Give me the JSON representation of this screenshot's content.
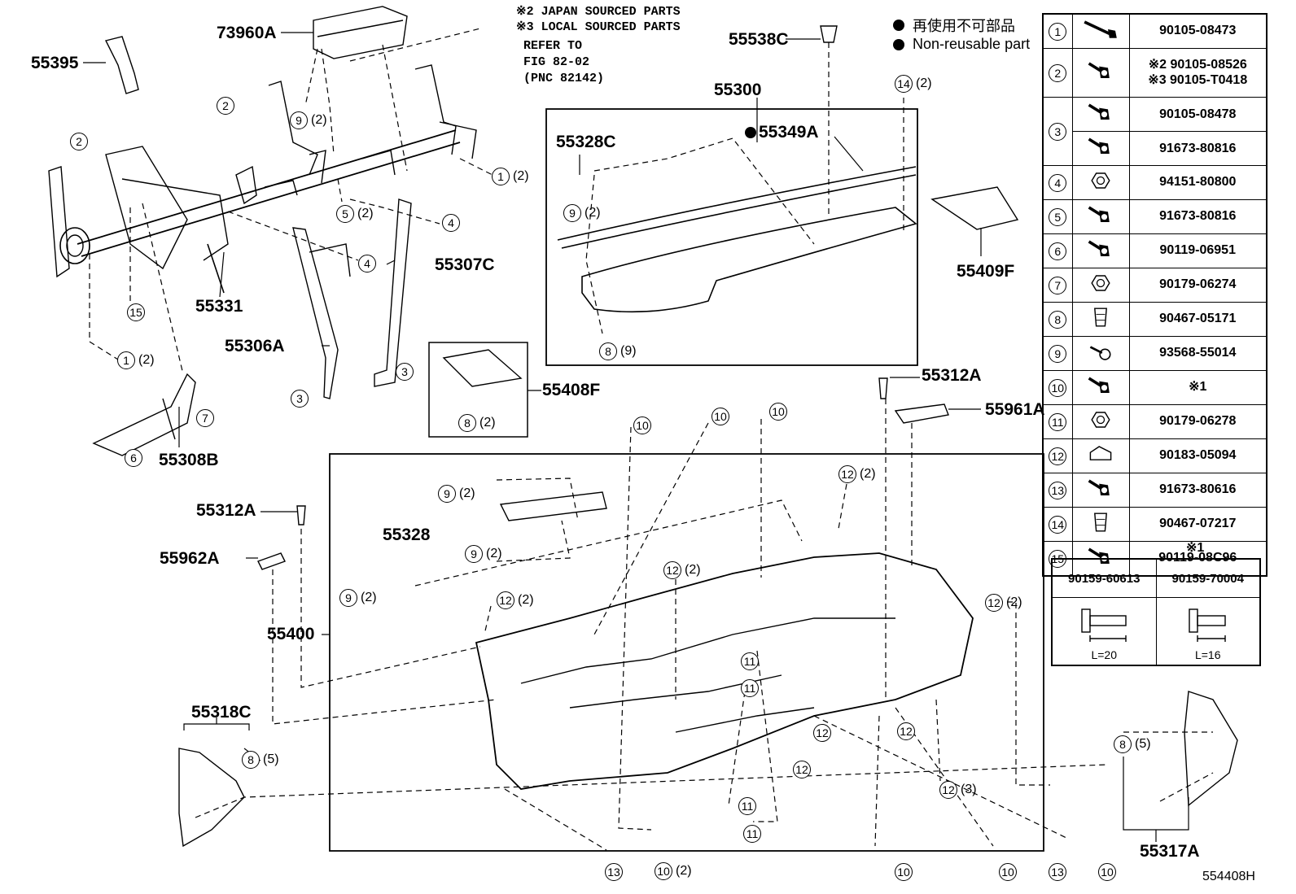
{
  "notes": {
    "japan": "※2 JAPAN SOURCED PARTS",
    "local": "※3 LOCAL SOURCED PARTS",
    "refer1": "REFER TO",
    "refer2": "FIG 82-02",
    "refer3": "(PNC 82142)"
  },
  "legend": {
    "japanese": "再使用不可部品",
    "english": "Non-reusable part"
  },
  "labels": {
    "p73960A": "73960A",
    "p55395": "55395",
    "p55538C": "55538C",
    "p55300": "55300",
    "p55328C": "55328C",
    "p55349A": "55349A",
    "p55331": "55331",
    "p55306A": "55306A",
    "p55307C": "55307C",
    "p55308B": "55308B",
    "p55408F": "55408F",
    "p55409F": "55409F",
    "p55312A_r": "55312A",
    "p55961A": "55961A",
    "p55312A_l": "55312A",
    "p55962A": "55962A",
    "p55328": "55328",
    "p55400": "55400",
    "p55318C": "55318C",
    "p55317A": "55317A"
  },
  "callouts": [
    {
      "num": "1",
      "qty": "(2)"
    },
    {
      "num": "2",
      "qty": ""
    },
    {
      "num": "2",
      "qty": ""
    },
    {
      "num": "9",
      "qty": "(2)"
    },
    {
      "num": "1",
      "qty": "(2)"
    },
    {
      "num": "5",
      "qty": "(2)"
    },
    {
      "num": "4",
      "qty": ""
    },
    {
      "num": "4",
      "qty": ""
    },
    {
      "num": "15",
      "qty": ""
    },
    {
      "num": "3",
      "qty": ""
    },
    {
      "num": "3",
      "qty": ""
    },
    {
      "num": "7",
      "qty": ""
    },
    {
      "num": "6",
      "qty": ""
    },
    {
      "num": "8",
      "qty": "(2)"
    },
    {
      "num": "9",
      "qty": "(2)"
    },
    {
      "num": "8",
      "qty": "(9)"
    },
    {
      "num": "14",
      "qty": "(2)"
    },
    {
      "num": "10",
      "qty": ""
    },
    {
      "num": "10",
      "qty": ""
    },
    {
      "num": "10",
      "qty": ""
    },
    {
      "num": "9",
      "qty": "(2)"
    },
    {
      "num": "9",
      "qty": "(2)"
    },
    {
      "num": "9",
      "qty": "(2)"
    },
    {
      "num": "12",
      "qty": "(2)"
    },
    {
      "num": "12",
      "qty": "(2)"
    },
    {
      "num": "12",
      "qty": "(2)"
    },
    {
      "num": "12",
      "qty": "(2)"
    },
    {
      "num": "11",
      "qty": ""
    },
    {
      "num": "11",
      "qty": ""
    },
    {
      "num": "12",
      "qty": ""
    },
    {
      "num": "12",
      "qty": ""
    },
    {
      "num": "12",
      "qty": ""
    },
    {
      "num": "12",
      "qty": "(3)"
    },
    {
      "num": "11",
      "qty": ""
    },
    {
      "num": "11",
      "qty": ""
    },
    {
      "num": "8",
      "qty": "(5)"
    },
    {
      "num": "8",
      "qty": "(5)"
    },
    {
      "num": "13",
      "qty": ""
    },
    {
      "num": "10",
      "qty": "(2)"
    },
    {
      "num": "10",
      "qty": ""
    },
    {
      "num": "10",
      "qty": ""
    },
    {
      "num": "13",
      "qty": ""
    },
    {
      "num": "10",
      "qty": ""
    }
  ],
  "fasteners": [
    {
      "num": "1",
      "parts": [
        "90105-08473"
      ],
      "icon": "long-bolt-icon"
    },
    {
      "num": "2",
      "parts": [
        "※2 90105-08526",
        "※3 90105-T0418"
      ],
      "icon": "bolt-icon"
    },
    {
      "num": "3",
      "parts": [
        "90105-08478",
        "91673-80816"
      ],
      "icon": "bolt-icon"
    },
    {
      "num": "4",
      "parts": [
        "94151-80800"
      ],
      "icon": "nut-icon"
    },
    {
      "num": "5",
      "parts": [
        "91673-80816"
      ],
      "icon": "bolt-icon"
    },
    {
      "num": "6",
      "parts": [
        "90119-06951"
      ],
      "icon": "bolt-icon"
    },
    {
      "num": "7",
      "parts": [
        "90179-06274"
      ],
      "icon": "nut-icon"
    },
    {
      "num": "8",
      "parts": [
        "90467-05171"
      ],
      "icon": "clip-icon"
    },
    {
      "num": "9",
      "parts": [
        "93568-55014"
      ],
      "icon": "screw-icon"
    },
    {
      "num": "10",
      "parts": [
        "※1"
      ],
      "icon": "bolt-icon"
    },
    {
      "num": "11",
      "parts": [
        "90179-06278"
      ],
      "icon": "nut-icon"
    },
    {
      "num": "12",
      "parts": [
        "90183-05094"
      ],
      "icon": "clip-nut-icon"
    },
    {
      "num": "13",
      "parts": [
        "91673-80616"
      ],
      "icon": "bolt-icon"
    },
    {
      "num": "14",
      "parts": [
        "90467-07217"
      ],
      "icon": "clip-icon"
    },
    {
      "num": "15",
      "parts": [
        "90119-08C96"
      ],
      "icon": "bolt-icon"
    }
  ],
  "bolt_table": {
    "title": "※1",
    "cols": [
      {
        "part": "90159-60613",
        "length": "L=20"
      },
      {
        "part": "90159-70004",
        "length": "L=16"
      }
    ]
  },
  "figure_id": "554408H"
}
